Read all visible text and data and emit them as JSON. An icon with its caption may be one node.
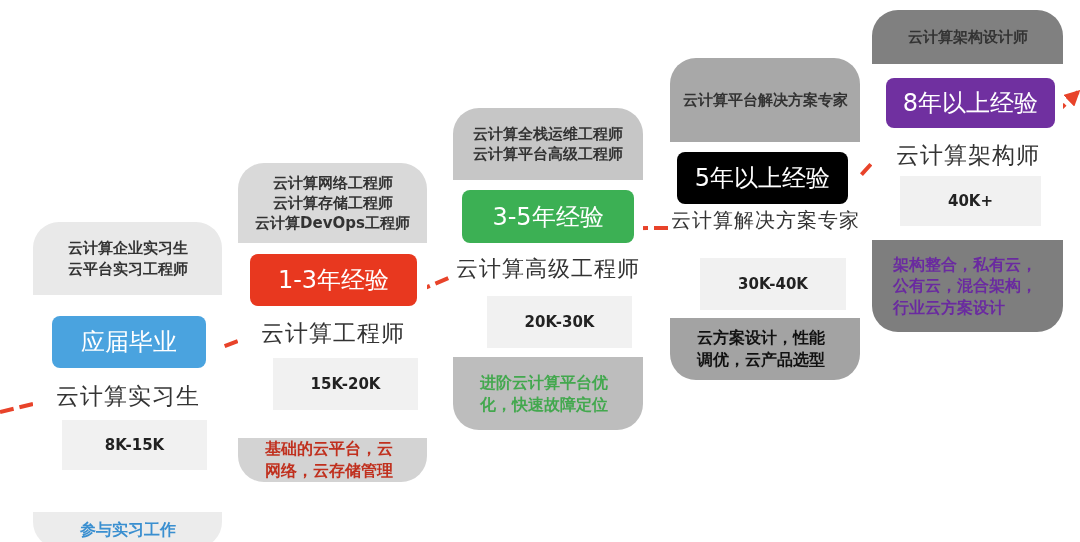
{
  "diagram": {
    "nodes": [
      {
        "text": [
          "云计算实习生"
        ]
      },
      {
        "text": [
          "云计算企业实习生",
          "云平台实习工程师"
        ],
        "in": 0
      },
      {
        "text": [
          "应届毕业"
        ],
        "in": 0
      },
      {
        "text": [
          "8K-15K"
        ],
        "in": 0
      },
      {
        "text": [
          "参与实习工作"
        ],
        "in": 0
      },
      {
        "text": [
          "云计算工程师"
        ]
      },
      {
        "text": [
          "云计算网络工程师",
          "云计算存储工程师",
          "云计算DevOps工程师"
        ],
        "in": 5
      },
      {
        "text": [
          "1-3年经验"
        ],
        "in": 5
      },
      {
        "text": [
          "15K-20K"
        ],
        "in": 5
      },
      {
        "text": [
          "基础的云平台，云网络，云存储管理"
        ],
        "in": 5
      },
      {
        "text": [
          "云计算高级工程师"
        ]
      },
      {
        "text": [
          "云计算全栈运维工程师",
          "云计算平台高级工程师"
        ],
        "in": 10
      },
      {
        "text": [
          "3-5年经验"
        ],
        "in": 10
      },
      {
        "text": [
          "20K-30K"
        ],
        "in": 10
      },
      {
        "text": [
          "进阶云计算平台优化，快速故障定位"
        ],
        "in": 10
      },
      {
        "text": [
          "云计算解决方案专家"
        ]
      },
      {
        "text": [
          "云计算平台解决方案专家"
        ],
        "in": 15
      },
      {
        "text": [
          "5年以上经验"
        ],
        "in": 15
      },
      {
        "text": [
          "30K-40K"
        ],
        "in": 15
      },
      {
        "text": [
          "云方案设计，性能调优，云产品选型"
        ],
        "in": 15
      },
      {
        "text": [
          "云计算架构师"
        ]
      },
      {
        "text": [
          "云计算架构设计师"
        ],
        "in": 20
      },
      {
        "text": [
          "8年以上经验"
        ],
        "in": 20
      },
      {
        "text": [
          "40K+"
        ],
        "in": 20
      },
      {
        "text": [
          "架构整合，私有云，公有云，混合架构，行业云方案设计"
        ],
        "in": 20
      }
    ],
    "edges": [
      {
        "from": null,
        "to": 0,
        "arrow": "none",
        "style": "dashed"
      },
      {
        "from": 2,
        "to": 5,
        "arrow": "none",
        "style": "dashed"
      },
      {
        "from": 7,
        "to": 10,
        "arrow": "none",
        "style": "dashed"
      },
      {
        "from": 12,
        "to": 15,
        "arrow": "none",
        "style": "dashed"
      },
      {
        "from": 17,
        "to": 20,
        "arrow": "none",
        "style": "dashed"
      },
      {
        "from": 22,
        "to": null,
        "arrow": "to",
        "style": "dashed"
      }
    ]
  }
}
